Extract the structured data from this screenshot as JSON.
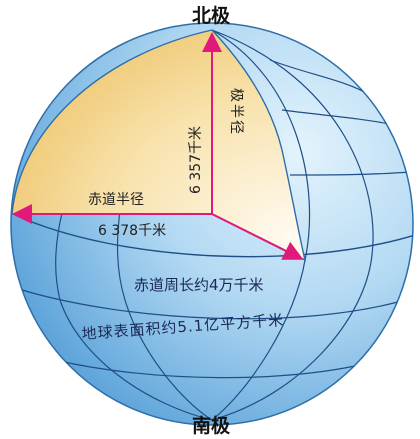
{
  "labels": {
    "north_pole": "北极",
    "south_pole": "南极",
    "polar_radius_value": "6 357千米",
    "polar_radius_name": "极半径",
    "equatorial_radius_name": "赤道半径",
    "equatorial_radius_value": "6 378千米",
    "equator_circumference": "赤道周长约4万千米",
    "surface_area": "地球表面积约5.1亿平方千米"
  },
  "colors": {
    "ocean_light": "#d9eefb",
    "ocean_dark": "#5aa6de",
    "cutaway_light": "#fdf6dd",
    "cutaway_dark": "#f3cf7c",
    "grid_line": "#1f4f86",
    "radius_arrow": "#e0197b"
  }
}
